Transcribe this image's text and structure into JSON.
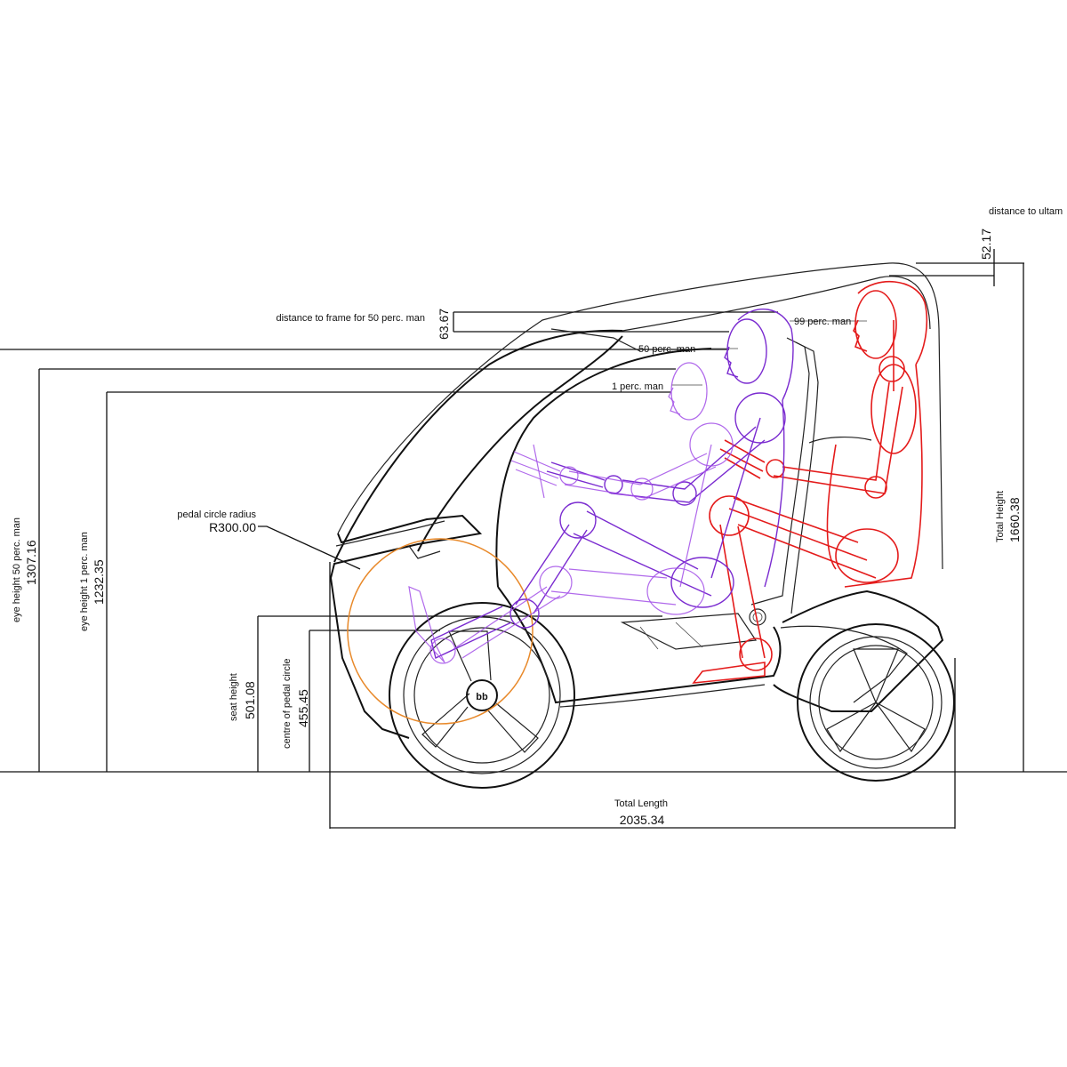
{
  "labels": {
    "distance_ultam": "distance to ultam",
    "distance_ultam_value": "52.17",
    "frame_50": "distance to frame for 50 perc. man",
    "frame_50_value": "63.67",
    "perc_99": "99 perc. man",
    "perc_50": "50 perc. man",
    "perc_1": "1 perc. man",
    "pedal_radius": "pedal circle radius",
    "pedal_radius_value": "R300.00",
    "eye50": "eye height 50 perc. man",
    "eye50_value": "1307.16",
    "eye1": "eye height 1 perc. man",
    "eye1_value": "1232.35",
    "seat": "seat height",
    "seat_value": "501.08",
    "centre_pedal": "centre of pedal circle",
    "centre_pedal_value": "455.45",
    "total_height": "Total Height",
    "total_height_value": "1660.38",
    "total_length": "Total Length",
    "total_length_value": "2035.34"
  },
  "colors": {
    "percentile_99": "#e41b1b",
    "percentile_50": "#7a2bd0",
    "percentile_1": "#a24fe8",
    "pedal_circle": "#e8892a",
    "lines": "#111111"
  }
}
